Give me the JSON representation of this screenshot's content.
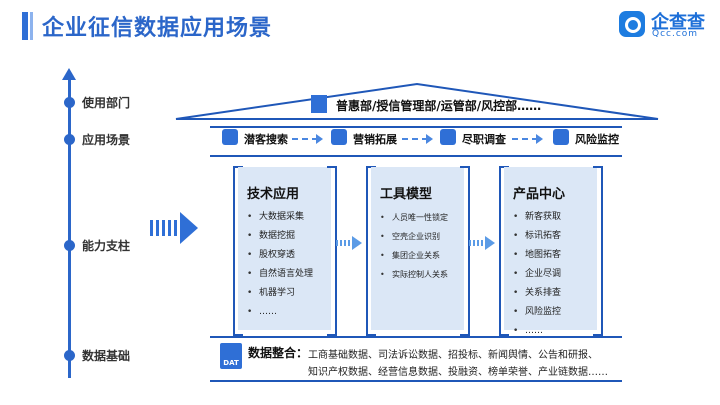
{
  "header": {
    "title": "企业征信数据应用场景"
  },
  "logo": {
    "cn": "企查查",
    "en": "Qcc.com",
    "icon": "magnifier-logo-icon"
  },
  "axis": {
    "labels": [
      "使用部门",
      "应用场景",
      "能力支柱",
      "数据基础"
    ]
  },
  "departments": {
    "text": "普惠部/授信管理部/运管部/风控部……",
    "icon": "building-icon"
  },
  "scenes": [
    {
      "label": "潜客搜索",
      "icon": "person-icon"
    },
    {
      "label": "营销拓展",
      "icon": "marketing-icon"
    },
    {
      "label": "尽职调查",
      "icon": "checklist-icon"
    },
    {
      "label": "风险监控",
      "icon": "alarm-icon"
    }
  ],
  "pillars": [
    {
      "title": "技术应用",
      "items": [
        "大数据采集",
        "数据挖掘",
        "股权穿透",
        "自然语言处理",
        "机器学习",
        "……"
      ]
    },
    {
      "title": "工具模型",
      "items": [
        "人员唯一性锁定",
        "空壳企业识别",
        "集团企业关系",
        "实际控制人关系"
      ]
    },
    {
      "title": "产品中心",
      "items": [
        "新客获取",
        "标讯拓客",
        "地图拓客",
        "企业尽调",
        "关系排查",
        "风险监控",
        "……"
      ]
    }
  ],
  "base": {
    "label": "数据整合：",
    "line1": "工商基础数据、司法诉讼数据、招投标、新闻舆情、公告和研报、",
    "line2": "知识产权数据、经营信息数据、投融资、榜单荣誉、产业链数据……",
    "icon": "dat-file-icon",
    "icon_text": "DAT"
  },
  "colors": {
    "primary": "#2b66c9",
    "panel": "#dbe7f6",
    "line": "#1f57b8"
  }
}
